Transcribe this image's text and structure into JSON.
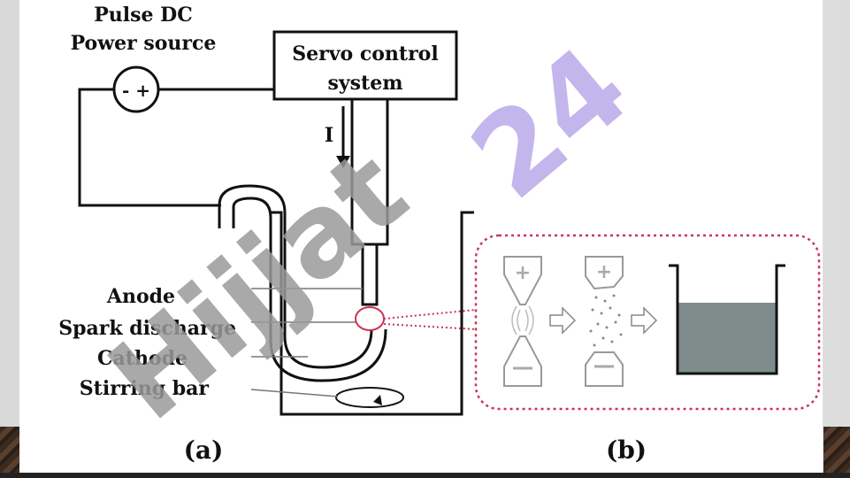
{
  "labels": {
    "power_source_line1": "Pulse DC",
    "power_source_line2": "Power source",
    "polarity": "- +",
    "servo_line1": "Servo control",
    "servo_line2": "system",
    "current": "I",
    "anode": "Anode",
    "spark_discharge": "Spark discharge",
    "cathode": "Cathode",
    "stirring_bar": "Stirring bar",
    "panel_a": "(a)",
    "panel_b": "(b)",
    "plus_sign": "+"
  },
  "watermark": {
    "part1": "Hijjat",
    "part2": "24",
    "color1": "#9a9a9a",
    "color2": "#b8a9ea"
  },
  "colors": {
    "ink": "#111111",
    "dotted_box": "#cc3355",
    "liquid": "#7d8b8b"
  }
}
